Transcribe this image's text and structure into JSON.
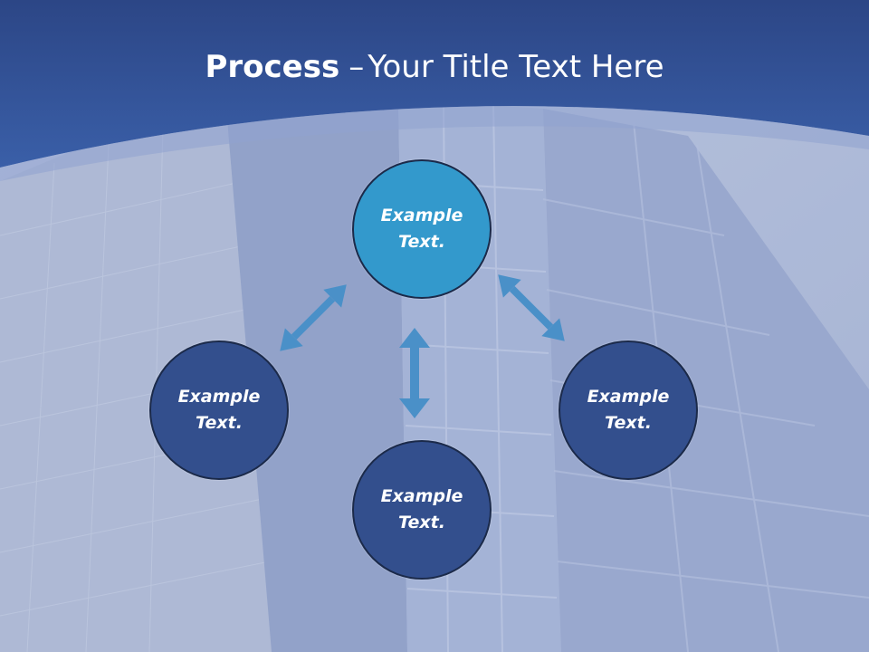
{
  "slide": {
    "title_bold": "Process",
    "title_separator": "–",
    "title_rest": "Your Title Text Here"
  },
  "nodes": {
    "top": "Example Text.",
    "left": "Example Text.",
    "right": "Example Text.",
    "bottom": "Example Text."
  },
  "colors": {
    "header": "#2f4f97",
    "node_dark": "#334f8d",
    "node_highlight": "#3399cc",
    "arrow": "#4a90c8"
  }
}
